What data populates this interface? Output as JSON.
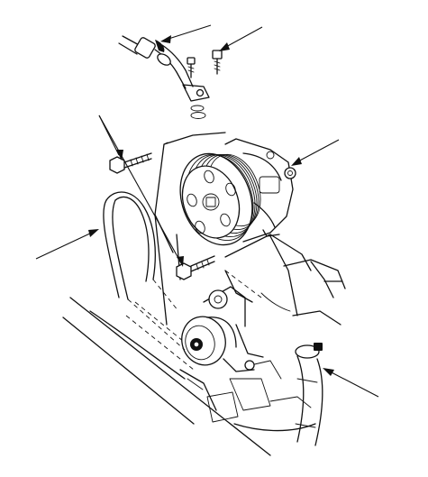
{
  "colors": {
    "ink": "#111111",
    "paper": "#ffffff"
  },
  "callouts": [
    {
      "id": "pressure-hose",
      "icon": "arrowhead-icon"
    },
    {
      "id": "hose-bolt",
      "icon": "arrowhead-icon"
    },
    {
      "id": "mounting-bolts",
      "icon": "arrowhead-icon"
    },
    {
      "id": "pump-assembly",
      "icon": "arrowhead-icon"
    },
    {
      "id": "drive-belt",
      "icon": "arrowhead-icon"
    },
    {
      "id": "return-hose-clamp",
      "icon": "arrowhead-icon"
    }
  ]
}
